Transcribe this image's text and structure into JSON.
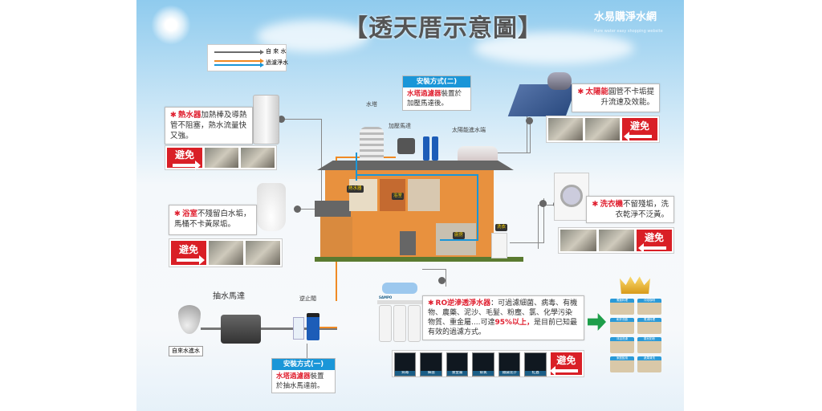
{
  "title": "【透天厝示意圖】",
  "brand": {
    "name": "水易購淨水網",
    "subtitle": "Pure water easy shopping website"
  },
  "legend": {
    "tap_water": "自 來 水",
    "filtered_water": "過濾淨水",
    "colors": {
      "tap": "#6b6b6b",
      "filtered_orange": "#f08a24",
      "filtered_blue": "#1a96d8"
    }
  },
  "avoid_label": "避免",
  "water_heater": {
    "title": "熱水器",
    "text": "加熱棒及導熱管不阻塞，熱水流量快又強。"
  },
  "bathroom": {
    "title": "浴室",
    "text": "不殘留白水垢，馬桶不卡黃尿垢。"
  },
  "solar": {
    "title": "太陽能",
    "text": "圓管不卡垢提升流速及效能。"
  },
  "washer": {
    "title": "洗衣機",
    "text": "不留殘垢，洗衣乾淨不泛黃。"
  },
  "ro": {
    "title": "RO逆滲透淨水器",
    "text": "：可過濾細菌、病毒、有機物、農藥、泥沙、毛髮、粉塵、氯、化學污染物質、重金屬....可達",
    "highlight": "95%以上，",
    "text2": "是目前已知最有效的過濾方式。",
    "brand": "SAMPO",
    "contaminants": [
      "病毒",
      "細菌",
      "重金屬",
      "餘氯",
      "鐵鏽泥沙",
      "紅蟲"
    ]
  },
  "install1": {
    "header": "安裝方式(一)",
    "highlight": "水塔過濾器",
    "text": "裝置於抽水馬達前。"
  },
  "install2": {
    "header": "安裝方式(二)",
    "highlight": "水塔過濾器",
    "text": "裝置於加壓馬達後。"
  },
  "labels": {
    "water_tower": "水塔",
    "booster_pump": "加壓馬達",
    "solar_inlet": "太陽能進水端",
    "pump": "抽水馬達",
    "check_valve": "逆止閥",
    "inlet": "自來水進水"
  },
  "house_tags": {
    "heater": "熱水器",
    "bathroom": "浴室",
    "kitchen": "廚房",
    "laundry": "洗衣"
  },
  "benefits": [
    "煮飯料理",
    "沖泡咖啡",
    "刷牙洗臉",
    "煮湯料理",
    "沐浴洗澡",
    "嬰兒奶粉",
    "家庭飲用",
    "蔬果清洗"
  ],
  "accent": "#d91f26"
}
